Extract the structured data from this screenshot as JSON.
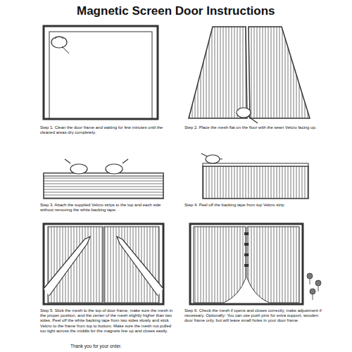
{
  "diagram": {
    "title": "Magnetic Screen Door Instructions",
    "labels": [
      "Step 1. Clean the door frame and waiting for few minutes until the cleaned areas dry completely.",
      "Step 2. Place the mesh flat on the floor with the sewn Velcro facing up.",
      "Step 3. Attach the supplied Velcro strips to the top and each side without removing the white backing tape.",
      "Step 4. Peel off the backing tape from top Velcro strip",
      "Step 5. Stick the mesh to the top of door frame, make sure the mesh in the proper position, and the center of the mesh slightly higher than two sides. Peel off the white backing tape from two sides slowly and stick Velcro to the frame from top to bottom. Make sure the mesh not pulled too tight across the middle for the magnets line up and closes easily.",
      "Step 6. Check the mesh if opens and closes correctly, make adjustment if necessary. Optionally: You can use push pins for extra support, wooden door frame only, but will leave small holes in your door frame.",
      "Thank you for your order."
    ]
  }
}
